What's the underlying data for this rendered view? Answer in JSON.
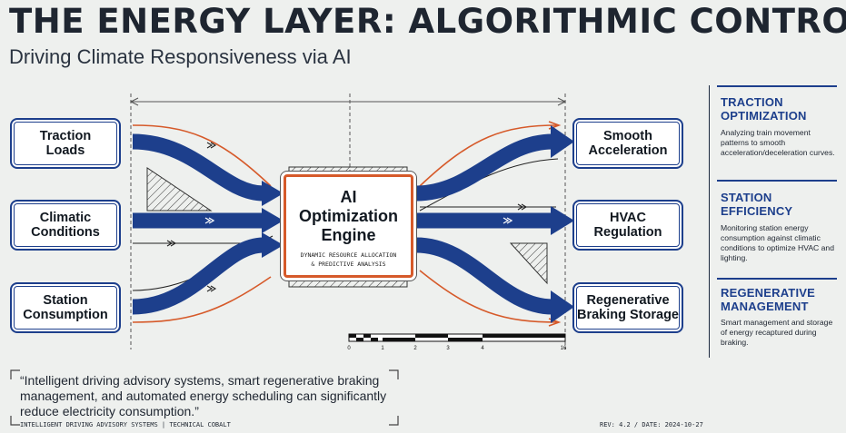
{
  "header": {
    "title": "THE ENERGY LAYER: ALGORITHMIC CONTROL",
    "subtitle": "Driving Climate Responsiveness via AI"
  },
  "inputs": [
    {
      "label": "Traction\nLoads"
    },
    {
      "label": "Climatic\nConditions"
    },
    {
      "label": "Station\nConsumption"
    }
  ],
  "engine": {
    "title": "AI\nOptimization\nEngine",
    "subtitle": "DYNAMIC RESOURCE ALLOCATION\n& PREDICTIVE ANALYSIS"
  },
  "outputs": [
    {
      "label": "Smooth\nAcceleration"
    },
    {
      "label": "HVAC\nRegulation"
    },
    {
      "label": "Regenerative\nBraking Storage"
    }
  ],
  "scale_bar": {
    "ticks": [
      "0",
      "1",
      "2",
      "3",
      "4",
      "16"
    ]
  },
  "side_panel": [
    {
      "heading": "TRACTION\nOPTIMIZATION",
      "body": "Analyzing train movement patterns to smooth acceleration/deceleration curves."
    },
    {
      "heading": "STATION\nEFFICIENCY",
      "body": "Monitoring station energy consumption against climatic conditions to optimize HVAC and lighting."
    },
    {
      "heading": "REGENERATIVE\nMANAGEMENT",
      "body": "Smart management and storage of energy recaptured during braking."
    }
  ],
  "quote": "“Intelligent driving advisory systems, smart regenerative braking management, and automated energy scheduling can significantly reduce electricity consumption.”",
  "footer": {
    "left": "INTELLIGENT DRIVING ADVISORY SYSTEMS | TECHNICAL COBALT",
    "right": "REV: 4.2 / DATE: 2024-10-27"
  },
  "colors": {
    "primary_blue": "#1d3f8c",
    "accent_orange": "#d65a2a",
    "background": "#eef0ee"
  }
}
